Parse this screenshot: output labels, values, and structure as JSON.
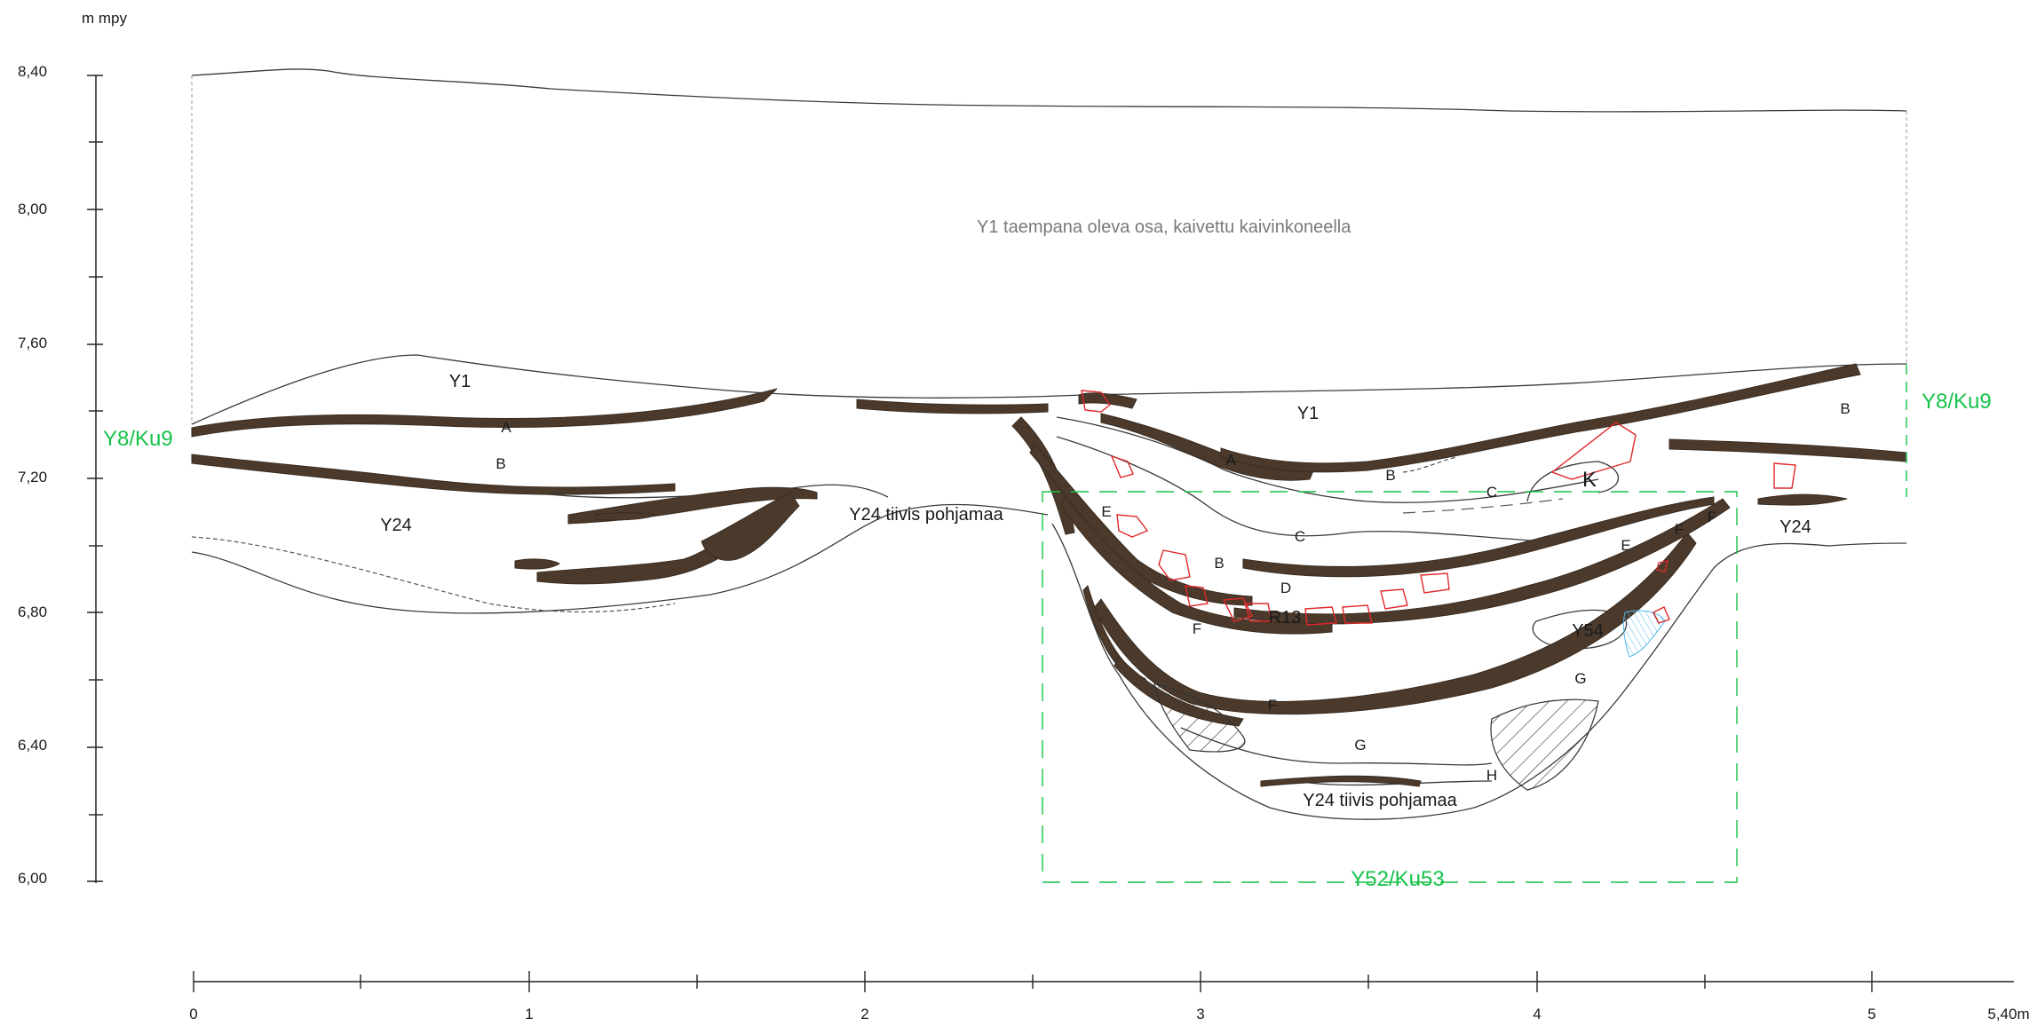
{
  "y_axis": {
    "unit_label": "m mpy",
    "ticks": [
      "8,40",
      "8,00",
      "7,60",
      "7,20",
      "6,80",
      "6,40",
      "6,00"
    ]
  },
  "x_axis": {
    "ticks": [
      "0",
      "1",
      "2",
      "3",
      "4",
      "5",
      "5,40m"
    ]
  },
  "top_note": "Y1 taempana oleva osa, kaivettu kaivinkoneella",
  "markers": {
    "left": "Y8/Ku9",
    "right": "Y8/Ku9",
    "box": "Y52/Ku53"
  },
  "layers": {
    "y1_left": "Y1",
    "a_left": "A",
    "b_left": "B",
    "y24_left": "Y24",
    "y24_mid": "Y24 tiivis pohjamaa",
    "y1_right": "Y1",
    "a_right": "A",
    "b_right": "B",
    "c_right": "C",
    "k": "K",
    "b_far": "B",
    "c_mid": "C",
    "e_left": "E",
    "b_pit": "B",
    "d": "D",
    "r13": "R13",
    "f_upper": "F",
    "y24_right": "Y24",
    "e_right": "E",
    "f_r1": "F",
    "f_r2": "F",
    "y54": "Y54",
    "g_right": "G",
    "f_lower": "F",
    "g_lower": "G",
    "h": "H",
    "y24_bottom": "Y24 tiivis pohjamaa"
  },
  "colors": {
    "marker": "#17c24a",
    "stone": "#e0282a",
    "dark_layer": "#4b3a2c"
  }
}
